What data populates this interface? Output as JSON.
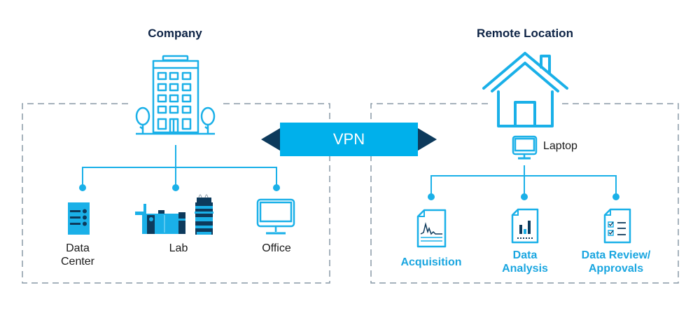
{
  "company": {
    "title": "Company",
    "icon": "office-building-icon",
    "nodes": [
      {
        "label_line1": "Data",
        "label_line2": "Center",
        "icon": "server-icon"
      },
      {
        "label_line1": "Lab",
        "icon": "lab-instrument-icon"
      },
      {
        "label_line1": "Office",
        "icon": "desktop-monitor-icon"
      }
    ]
  },
  "vpn": {
    "label": "VPN"
  },
  "remote": {
    "title": "Remote Location",
    "icon": "house-icon",
    "laptop_label": "Laptop",
    "nodes": [
      {
        "label_line1": "Acquisition",
        "icon": "chromatogram-document-icon"
      },
      {
        "label_line1": "Data",
        "label_line2": "Analysis",
        "icon": "bar-chart-document-icon"
      },
      {
        "label_line1": "Data Review/",
        "label_line2": "Approvals",
        "icon": "checklist-document-icon"
      }
    ]
  },
  "colors": {
    "accent": "#00b0eb",
    "dark": "#0d3a5c",
    "title": "#0d2345",
    "dashed_border": "#8899a6"
  }
}
